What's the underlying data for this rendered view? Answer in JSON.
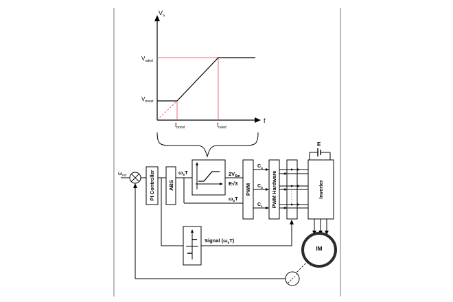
{
  "graph": {
    "y_axis": {
      "symbol": "V",
      "sub": "s"
    },
    "x_axis": {
      "symbol": "f"
    },
    "v_rated": {
      "symbol": "V",
      "sub": "rated"
    },
    "v_boost": {
      "symbol": "V",
      "sub": "boost"
    },
    "f_boost": {
      "symbol": "f",
      "sub": "boost"
    },
    "f_rated": {
      "symbol": "f",
      "sub": "rated"
    }
  },
  "blocks": {
    "pi_controller": "PI Controller",
    "abs": "ABS",
    "pwm": "PWM",
    "pwm_hardware": "PWM Hardware",
    "inverter": "Inverter",
    "motor": "IM"
  },
  "signals": {
    "ref": {
      "symbol": "ω",
      "sub": "ref"
    },
    "ws_t_top": {
      "symbol": "ω",
      "sub": "s",
      "tail": "T"
    },
    "ws_t_bottom": {
      "symbol": "ω",
      "sub": "s",
      "tail": "T"
    },
    "gain_num": {
      "main": "2V",
      "sub": "Sm"
    },
    "gain_den": "E√3",
    "ca": {
      "symbol": "C",
      "sub": "a"
    },
    "cb": {
      "symbol": "C",
      "sub": "b"
    },
    "cc": {
      "symbol": "C",
      "sub": "c"
    },
    "dc_source": "E",
    "signal_label": {
      "prefix": "Signal (ω",
      "sub": "s",
      "suffix": "T)"
    }
  },
  "colors": {
    "line": "#000000",
    "guide": "#e8434a",
    "motor_ring": "#2b2b2b"
  }
}
